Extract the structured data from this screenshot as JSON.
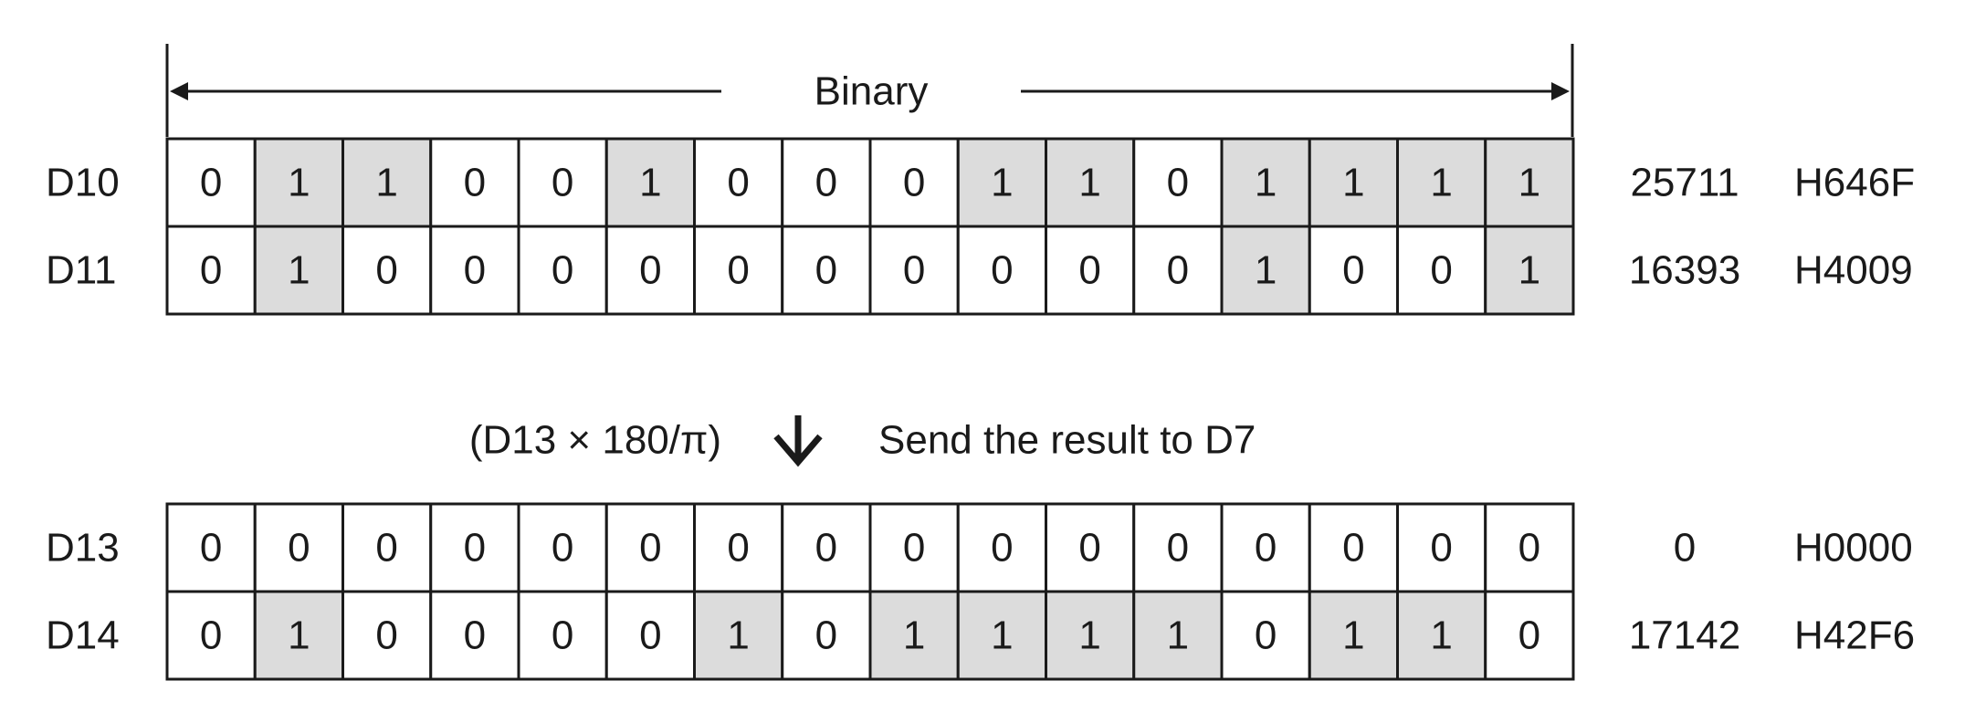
{
  "binary_label": "Binary",
  "operation": {
    "expression": "(D13 × 180/π)",
    "description": "Send the result to D7",
    "arrow_icon": "arrow-down-icon"
  },
  "colors": {
    "set_bit_fill": "#dcdcdc",
    "clear_bit_fill": "#ffffff",
    "line": "#1a1a1a"
  },
  "registers": [
    {
      "name": "D10",
      "bits": [
        0,
        1,
        1,
        0,
        0,
        1,
        0,
        0,
        0,
        1,
        1,
        0,
        1,
        1,
        1,
        1
      ],
      "decimal": "25711",
      "hex": "H646F"
    },
    {
      "name": "D11",
      "bits": [
        0,
        1,
        0,
        0,
        0,
        0,
        0,
        0,
        0,
        0,
        0,
        0,
        1,
        0,
        0,
        1
      ],
      "decimal": "16393",
      "hex": "H4009"
    },
    {
      "name": "D13",
      "bits": [
        0,
        0,
        0,
        0,
        0,
        0,
        0,
        0,
        0,
        0,
        0,
        0,
        0,
        0,
        0,
        0
      ],
      "decimal": "0",
      "hex": "H0000"
    },
    {
      "name": "D14",
      "bits": [
        0,
        1,
        0,
        0,
        0,
        0,
        1,
        0,
        1,
        1,
        1,
        1,
        0,
        1,
        1,
        0
      ],
      "decimal": "17142",
      "hex": "H42F6"
    }
  ]
}
